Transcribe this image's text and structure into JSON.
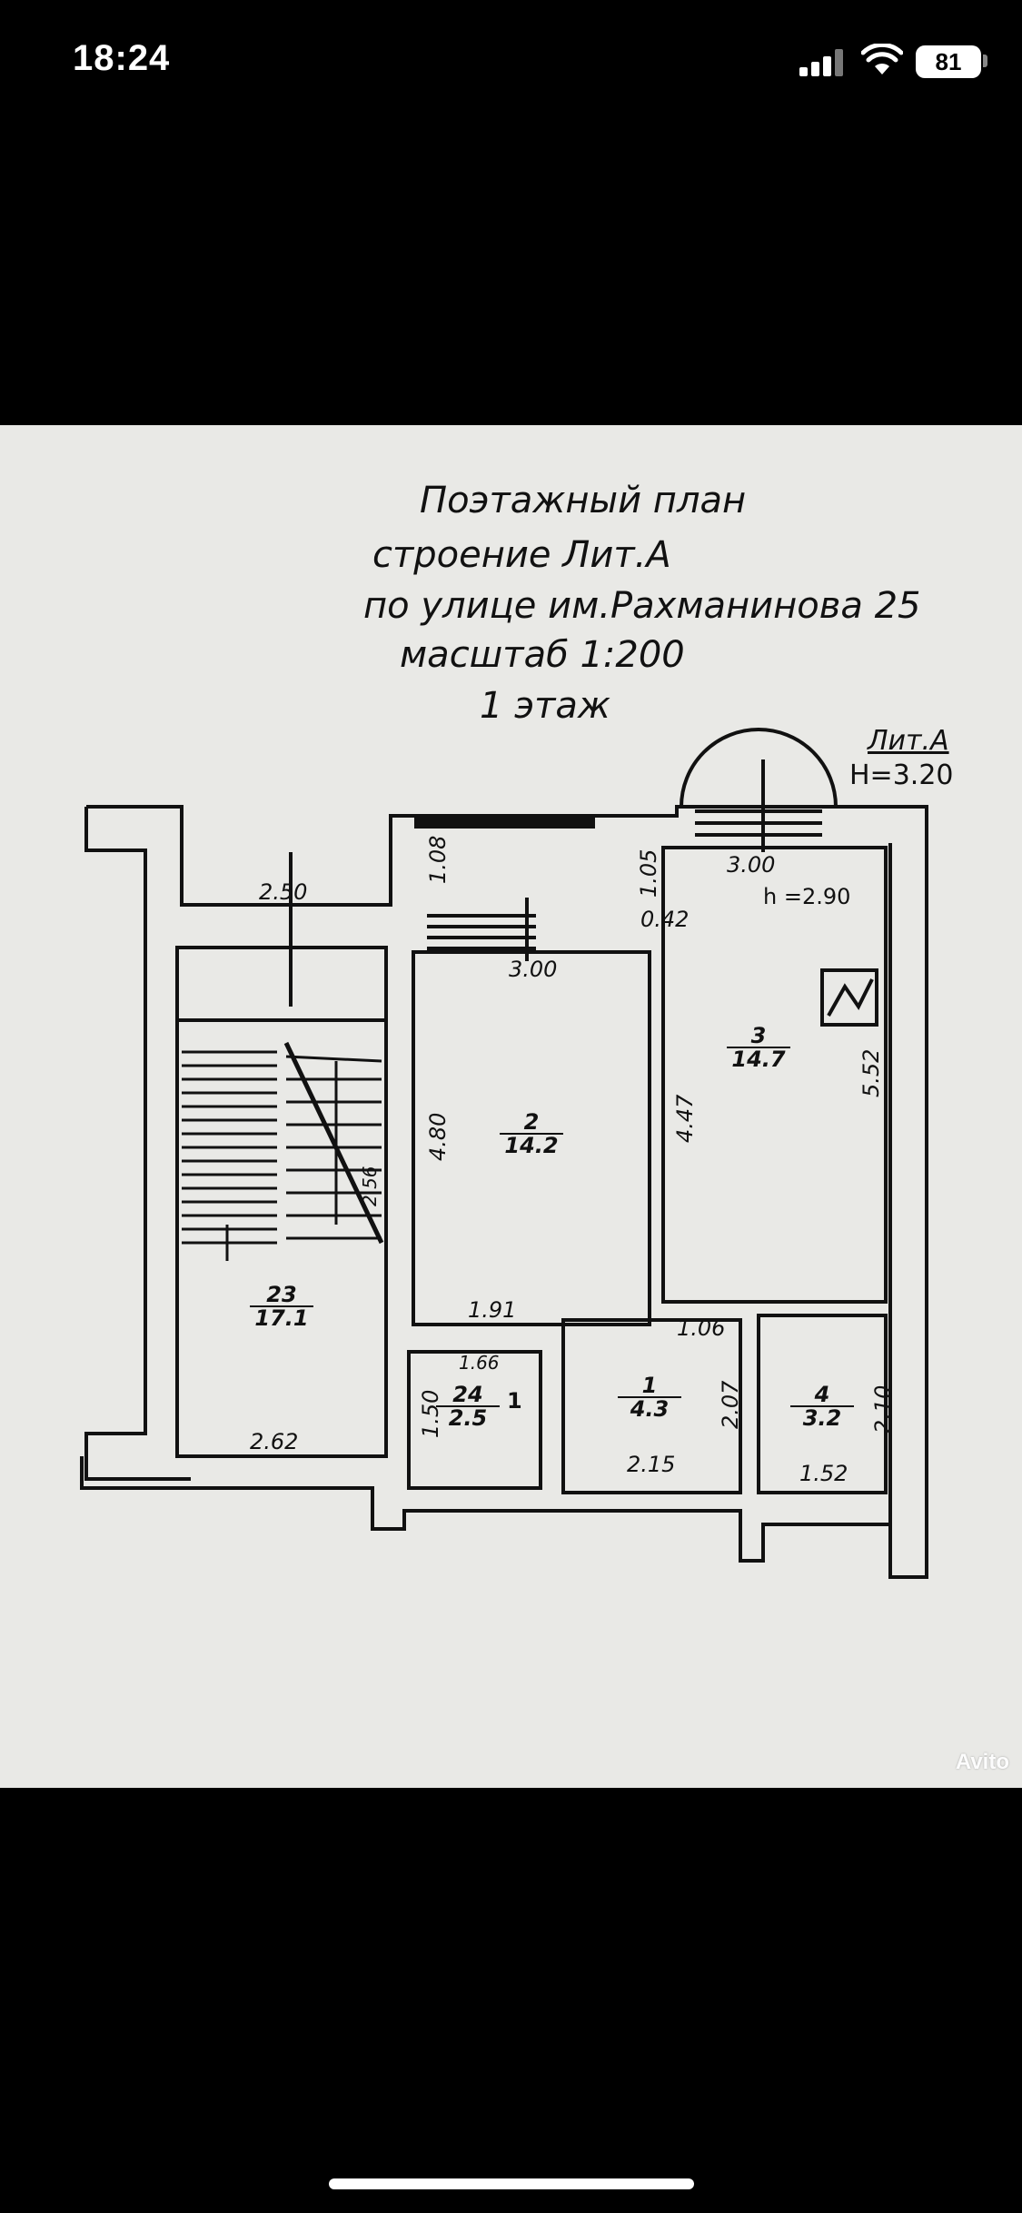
{
  "status_bar": {
    "time": "18:24",
    "battery": "81"
  },
  "plan": {
    "title_lines": [
      "Поэтажный план",
      "строение Лит.А",
      "по улице им.Рахманинова 25",
      "масштаб 1:200",
      "1 этаж"
    ],
    "lit_label": "Лит.А",
    "height_label": "H=3.20",
    "room3_height": "h =2.90",
    "rooms": [
      {
        "num": "23",
        "area": "17.1"
      },
      {
        "num": "2",
        "area": "14.2"
      },
      {
        "num": "3",
        "area": "14.7"
      },
      {
        "num": "24",
        "area": "2.5"
      },
      {
        "num": "1",
        "area": "4.3"
      },
      {
        "num": "4",
        "area": "3.2"
      }
    ],
    "dimensions": [
      "2.50",
      "1.08",
      "3.00",
      "1.05",
      "0.42",
      "3.00",
      "5.52",
      "4.47",
      "4.80",
      "2.56",
      "1.91",
      "1.06",
      "1.66",
      "1.50",
      "2.07",
      "2.10",
      "2.62",
      "2.15",
      "1.52"
    ],
    "marker": "1"
  },
  "watermark": "Avito"
}
